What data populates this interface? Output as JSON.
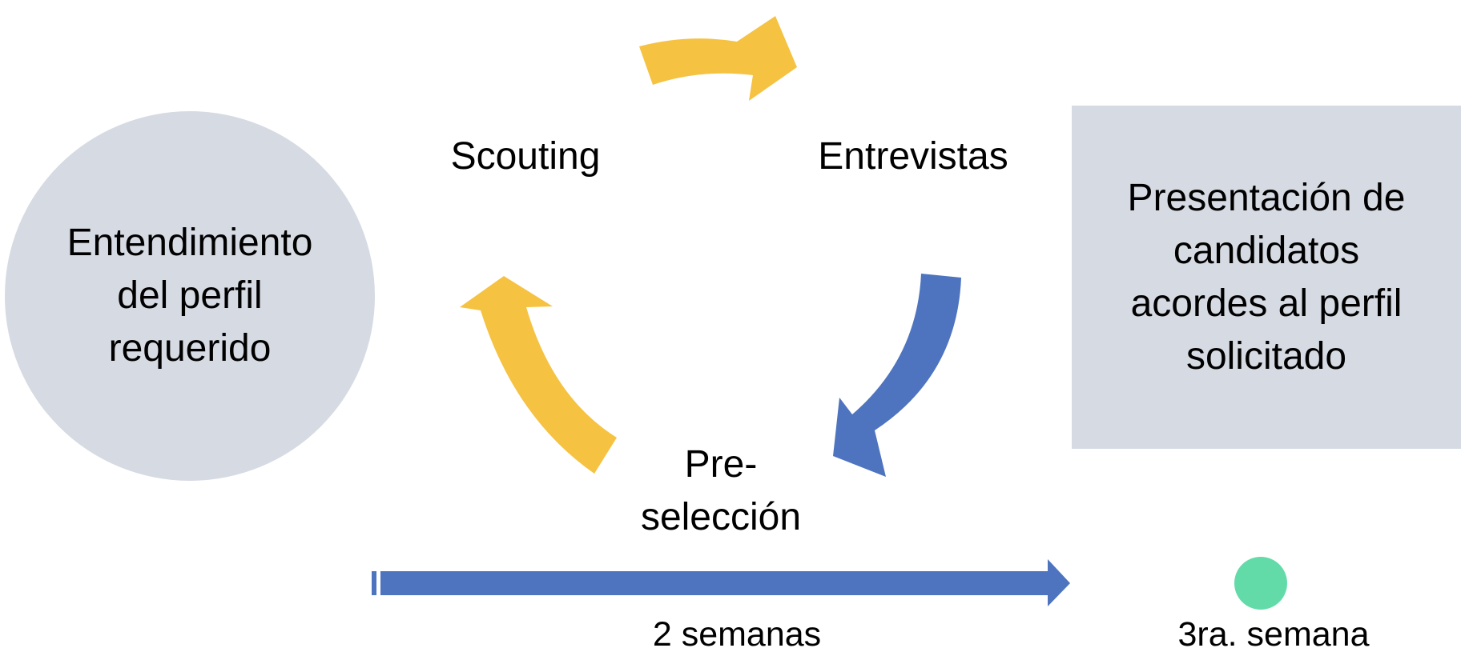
{
  "diagram": {
    "start": {
      "text": "Entendimiento\ndel perfil\nrequerido"
    },
    "cycle": {
      "steps": [
        {
          "id": "scouting",
          "label": "Scouting"
        },
        {
          "id": "entrevistas",
          "label": "Entrevistas"
        },
        {
          "id": "preseleccion",
          "label": "Pre-\nselección"
        }
      ]
    },
    "result": {
      "text": "Presentación de\ncandidatos\nacordes al perfil\nsolicitado"
    },
    "timeline": {
      "duration_label": "2 semanas",
      "milestone_label": "3ra. semana"
    }
  },
  "colors": {
    "shape_fill": "#d6dae3",
    "arrow_yellow": "#f5c242",
    "arrow_blue": "#4e74bf",
    "milestone_green": "#63dba9",
    "text": "#000000",
    "background": "#ffffff"
  }
}
